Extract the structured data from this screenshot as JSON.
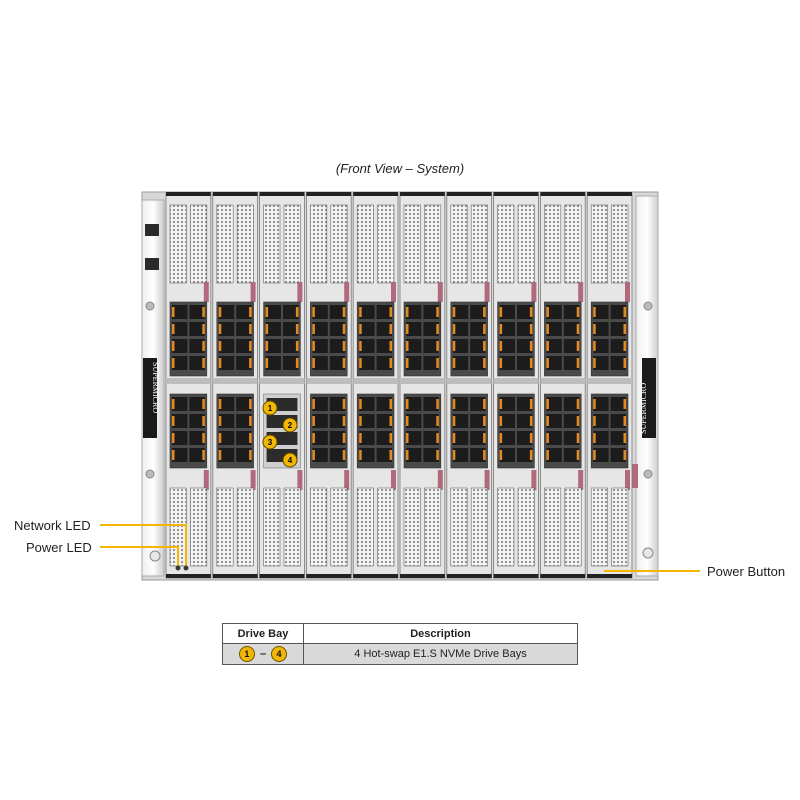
{
  "caption": "(Front View – System)",
  "callouts": {
    "network_led": "Network LED",
    "power_led": "Power LED",
    "power_button": "Power Button"
  },
  "brand_label": "SUPERMICRO",
  "drive_badges": [
    "1",
    "2",
    "3",
    "4"
  ],
  "legend": {
    "headers": [
      "Drive Bay",
      "Description"
    ],
    "rows": [
      {
        "bay_start": "1",
        "bay_sep": "–",
        "bay_end": "4",
        "description": "4 Hot-swap E1.S NVMe Drive Bays"
      }
    ]
  },
  "colors": {
    "callout_line": "#f2b705",
    "badge_fill": "#f2b705",
    "drive_latch": "#e58a1f",
    "node_handle": "#b06a7c",
    "chassis_frame": "#d4d4d4",
    "drive_block": "#1c1c1c"
  }
}
